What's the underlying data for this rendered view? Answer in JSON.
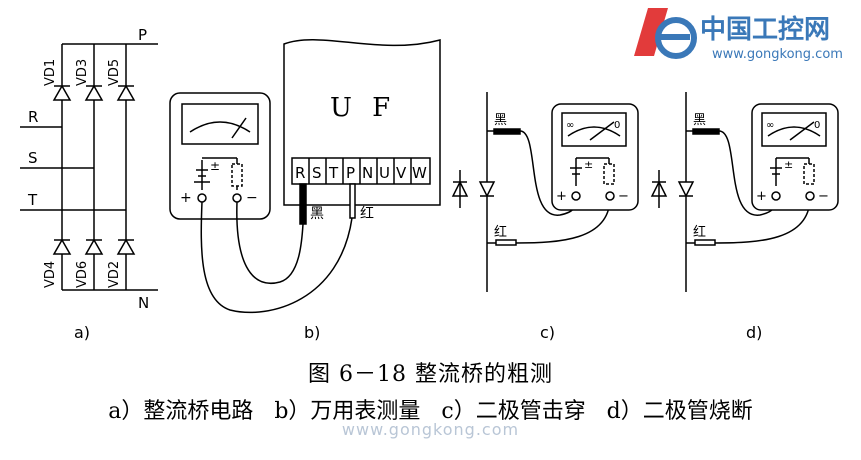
{
  "logo": {
    "text_cn": "中国工控网",
    "text_en": "www.gongkong.com",
    "mark": "ie"
  },
  "diagram_a": {
    "top_label": "P",
    "bottom_label": "N",
    "inputs": [
      "R",
      "S",
      "T"
    ],
    "upper_diodes": [
      "VD1",
      "VD3",
      "VD5"
    ],
    "lower_diodes": [
      "VD4",
      "VD6",
      "VD2"
    ],
    "caption": "a)"
  },
  "diagram_b": {
    "device": "U F",
    "terminals": [
      "R",
      "S",
      "T",
      "P",
      "N",
      "U",
      "V",
      "W"
    ],
    "meter": {
      "plus": "+",
      "minus": "−",
      "bat_plus": "±"
    },
    "black_label": "黑",
    "red_label": "红",
    "caption": "b)"
  },
  "diagram_c": {
    "black_label": "黑",
    "red_label": "红",
    "meter_plus": "+",
    "meter_minus": "−",
    "bat_plus": "±",
    "inf_left": "∞",
    "zero_right": "0",
    "caption": "c)"
  },
  "diagram_d": {
    "black_label": "黑",
    "red_label": "红",
    "meter_plus": "+",
    "meter_minus": "−",
    "bat_plus": "±",
    "inf_left": "∞",
    "zero_right": "0",
    "caption": "d)"
  },
  "figure": {
    "title": "图 6－18 整流桥的粗测",
    "subtitle": "a）整流桥电路   b）万用表测量   c）二极管击穿   d）二极管烧断"
  },
  "watermark": "www.gongkong.com"
}
